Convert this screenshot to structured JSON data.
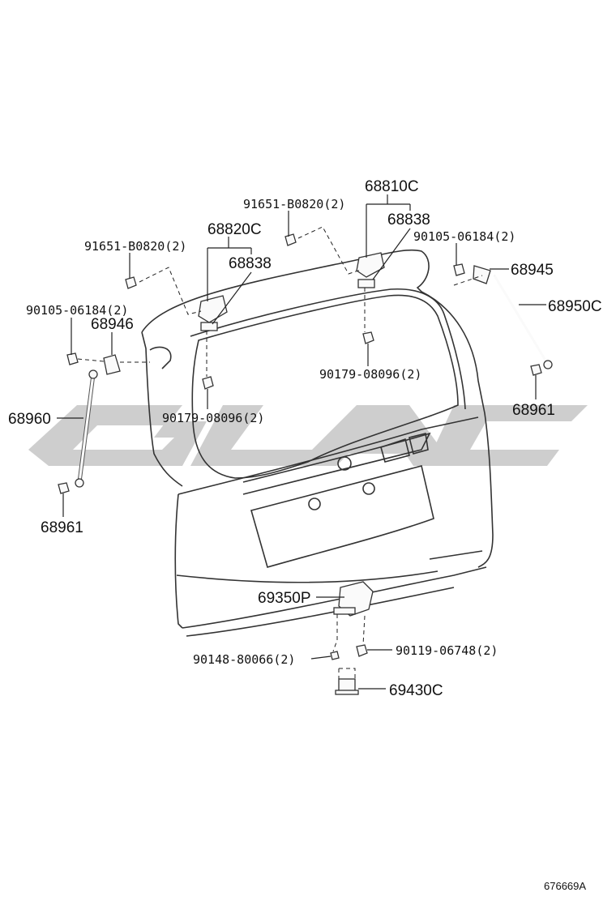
{
  "figure_id": "676669A",
  "watermark": "GLAC",
  "labels": {
    "p68810C": "68810C",
    "p68838_right": "68838",
    "p91651_right": "91651-B0820(2)",
    "p90105_right": "90105-06184(2)",
    "p68945": "68945",
    "p68950C": "68950C",
    "p68820C": "68820C",
    "p91651_left": "91651-B0820(2)",
    "p68838_left": "68838",
    "p90105_left": "90105-06184(2)",
    "p68946": "68946",
    "p90179_right": "90179-08096(2)",
    "p68961_right": "68961",
    "p68960": "68960",
    "p90179_left": "90179-08096(2)",
    "p68961_left": "68961",
    "p69350P": "69350P",
    "p90119": "90119-06748(2)",
    "p90148": "90148-80066(2)",
    "p69430C": "69430C"
  }
}
